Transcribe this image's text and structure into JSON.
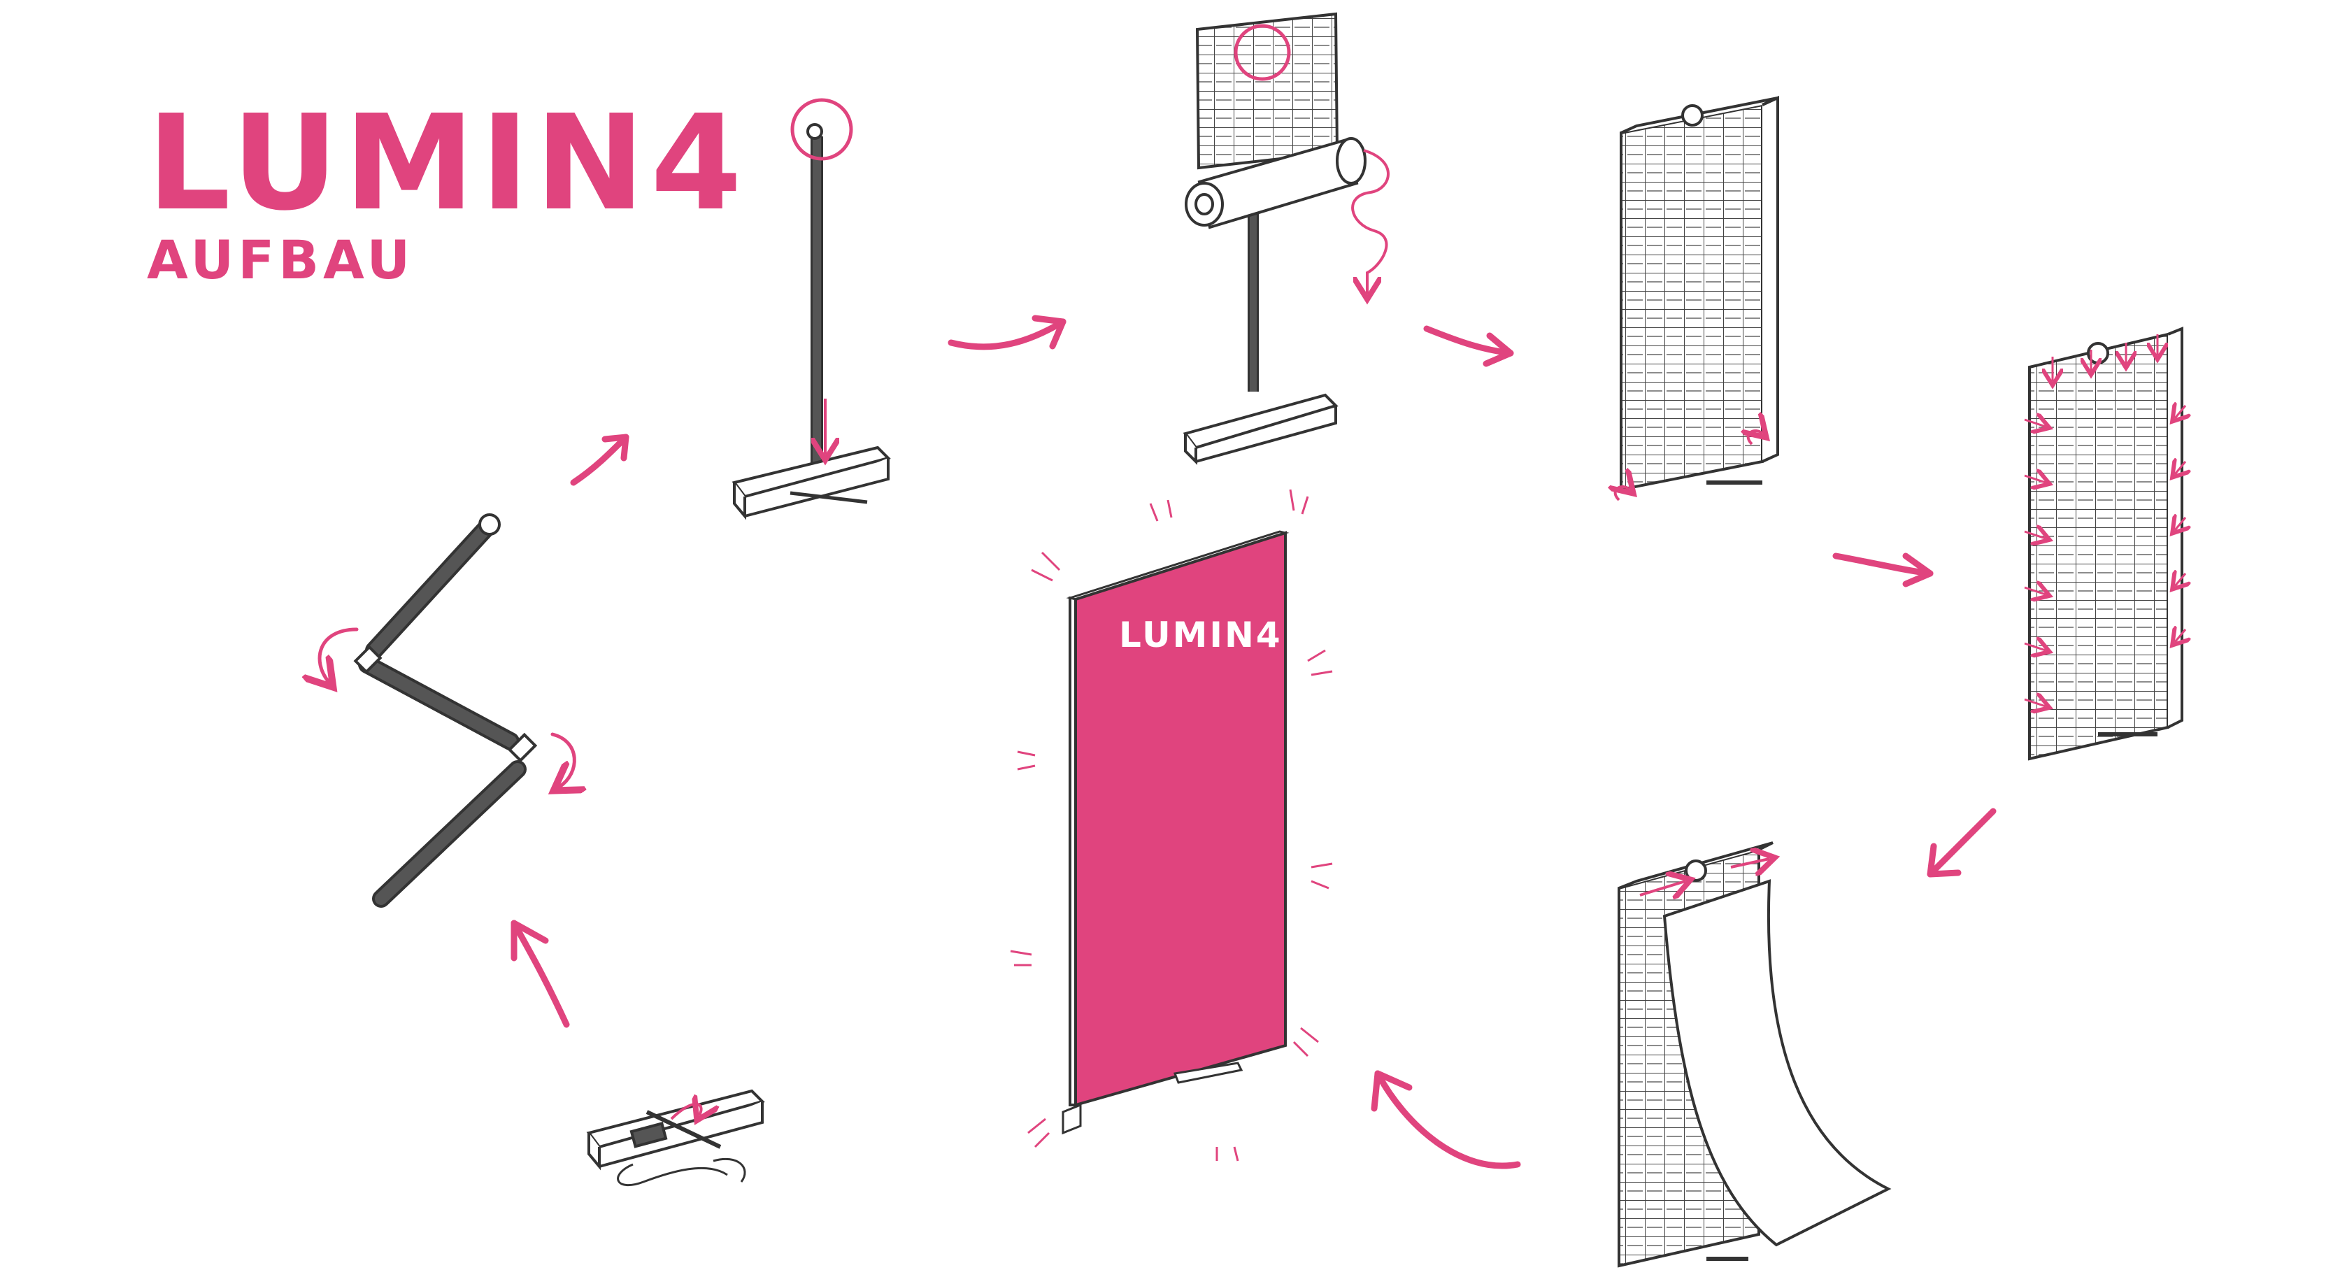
{
  "title": {
    "main": "LUMIN4",
    "sub": "AUFBAU"
  },
  "banner_logo": "LUMIN4",
  "colors": {
    "accent": "#e0447e",
    "ink": "#333333",
    "banner": "#e0447e"
  },
  "steps": [
    {
      "id": "step-1-packed-base",
      "icon": "packed-base-icon"
    },
    {
      "id": "step-2-unfold-pole",
      "icon": "folding-pole-icon"
    },
    {
      "id": "step-3-mount-pole",
      "icon": "pole-on-base-icon"
    },
    {
      "id": "step-4-unroll-grid",
      "icon": "rolled-grid-icon"
    },
    {
      "id": "step-5-fix-grid",
      "icon": "grid-frame-icon"
    },
    {
      "id": "step-6-insert-edges",
      "icon": "grid-arrows-icon"
    },
    {
      "id": "step-7-attach-fabric",
      "icon": "fabric-attach-icon"
    },
    {
      "id": "step-8-finished-banner",
      "icon": "finished-banner-icon"
    }
  ]
}
